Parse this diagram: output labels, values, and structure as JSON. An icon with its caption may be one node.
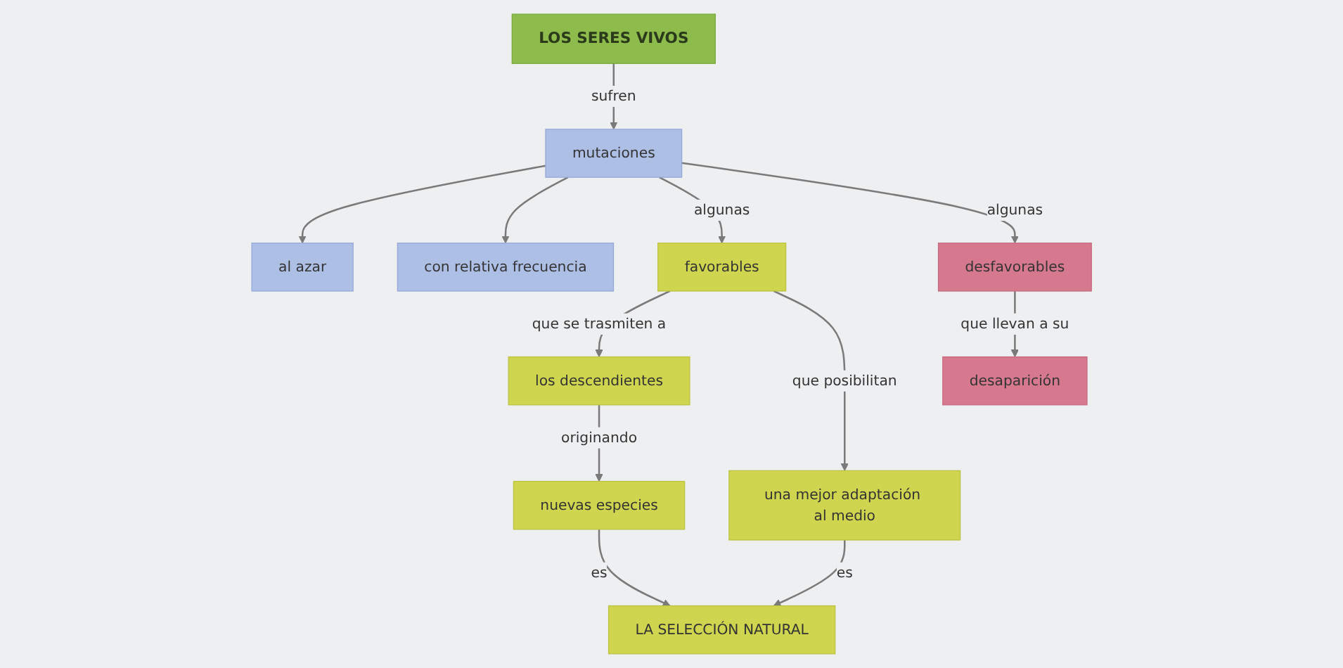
{
  "diagram": {
    "nodes": [
      {
        "text": [
          "LOS SERES VIVOS"
        ]
      },
      {
        "text": [
          "al azar"
        ]
      },
      {
        "text": [
          "con relativa frecuencia"
        ]
      },
      {
        "text": [
          "mutaciones"
        ]
      },
      {
        "text": [
          "favorables"
        ]
      },
      {
        "text": [
          "los descendientes"
        ]
      },
      {
        "text": [
          "nuevas especies"
        ]
      },
      {
        "text": [
          "desfavorables"
        ]
      },
      {
        "text": [
          "desaparición"
        ]
      },
      {
        "text": [
          "una mejor adaptación al medio"
        ]
      },
      {
        "text": [
          "LA SELECCIÓN NATURAL"
        ]
      }
    ],
    "edges": [
      {
        "from": 0,
        "to": 3,
        "arrow": "to",
        "label": "sufren"
      },
      {
        "from": 3,
        "to": 1,
        "arrow": "to"
      },
      {
        "from": 3,
        "to": 2,
        "arrow": "to"
      },
      {
        "from": 3,
        "to": 4,
        "arrow": "to",
        "label": "algunas"
      },
      {
        "from": 4,
        "to": 5,
        "arrow": "to",
        "label": "que se trasmiten a"
      },
      {
        "from": 5,
        "to": 6,
        "arrow": "to",
        "label": "originando"
      },
      {
        "from": 6,
        "to": 10,
        "arrow": "to",
        "label": "es"
      },
      {
        "from": 3,
        "to": 7,
        "arrow": "to",
        "label": "algunas"
      },
      {
        "from": 7,
        "to": 8,
        "arrow": "to",
        "label": "que llevan a su"
      },
      {
        "from": 4,
        "to": 9,
        "arrow": "to",
        "label": "que posibilitan"
      },
      {
        "from": 9,
        "to": 10,
        "arrow": "to",
        "label": "es"
      }
    ]
  }
}
